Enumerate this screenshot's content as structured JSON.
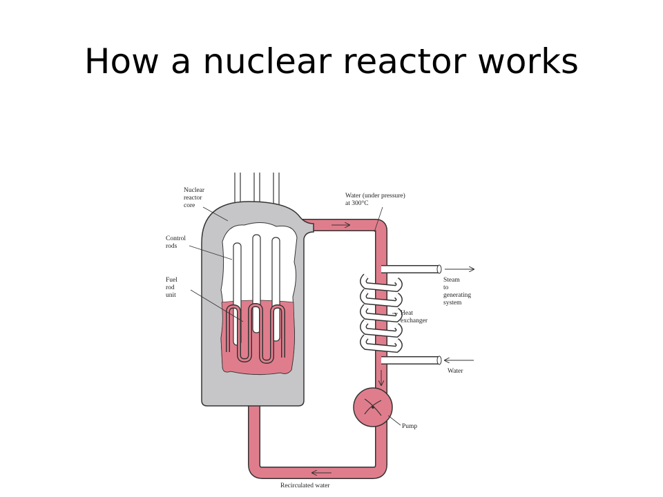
{
  "slide": {
    "title": "How a nuclear reactor works"
  },
  "diagram": {
    "labels": {
      "core_line1": "Nuclear",
      "core_line2": "reactor",
      "core_line3": "core",
      "rods_line1": "Control",
      "rods_line2": "rods",
      "fuel_line1": "Fuel",
      "fuel_line2": "rod",
      "fuel_line3": "unit",
      "water_line1": "Water (under pressure)",
      "water_line2": "at 300°C",
      "steam_line1": "Steam",
      "steam_line2": "to",
      "steam_line3": "generating",
      "steam_line4": "system",
      "hx_line1": "Heat",
      "hx_line2": "exchanger",
      "water_in": "Water",
      "pump": "Pump",
      "recirc": "Recirculated water"
    },
    "colors": {
      "vessel": "#c6c6c8",
      "coolant": "#e07d8c",
      "outline": "#333333",
      "background": "#ffffff"
    }
  }
}
